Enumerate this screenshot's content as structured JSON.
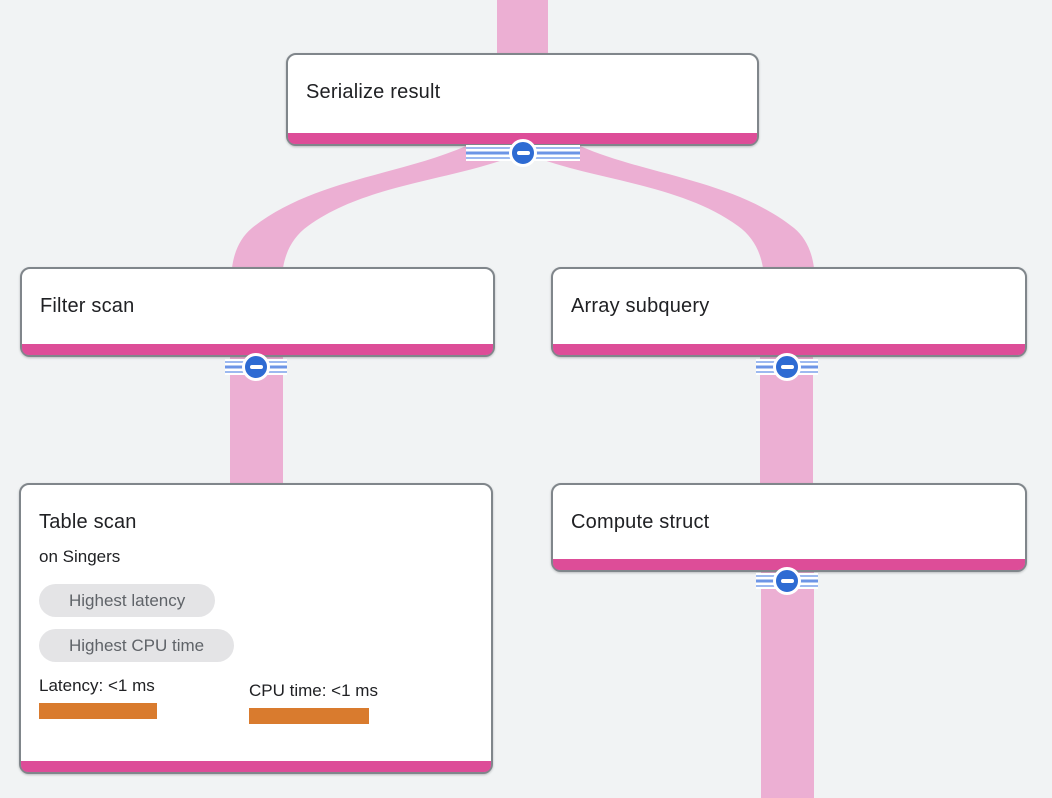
{
  "colors": {
    "background": "#f1f3f4",
    "band_pink": "#ecafd3",
    "node_accent_magenta": "#dd4d98",
    "node_border_gray": "#80868b",
    "collapse_blue": "#2e6bd3",
    "stripe_light_blue": "#9db9f0",
    "stripe_mid_blue": "#6d95e6",
    "metric_bar_orange": "#d97b2e",
    "badge_bg": "#e4e4e6",
    "badge_text": "#5f6368",
    "text_dark": "#202124"
  },
  "nodes": {
    "serialize_result": {
      "title": "Serialize result"
    },
    "filter_scan": {
      "title": "Filter scan"
    },
    "array_subquery": {
      "title": "Array subquery"
    },
    "table_scan": {
      "title": "Table scan",
      "subtitle": "on Singers",
      "badges": [
        "Highest latency",
        "Highest CPU time"
      ],
      "metrics": [
        {
          "label": "Latency: <1 ms"
        },
        {
          "label": "CPU time: <1 ms"
        }
      ]
    },
    "compute_struct": {
      "title": "Compute struct"
    }
  },
  "edges": [
    {
      "from": "offscreen_top",
      "to": "serialize_result"
    },
    {
      "from": "serialize_result",
      "to": "filter_scan"
    },
    {
      "from": "serialize_result",
      "to": "array_subquery"
    },
    {
      "from": "filter_scan",
      "to": "table_scan"
    },
    {
      "from": "array_subquery",
      "to": "compute_struct"
    },
    {
      "from": "compute_struct",
      "to": "offscreen_bottom"
    }
  ],
  "collapse_button": {
    "icon": "minus-icon"
  }
}
